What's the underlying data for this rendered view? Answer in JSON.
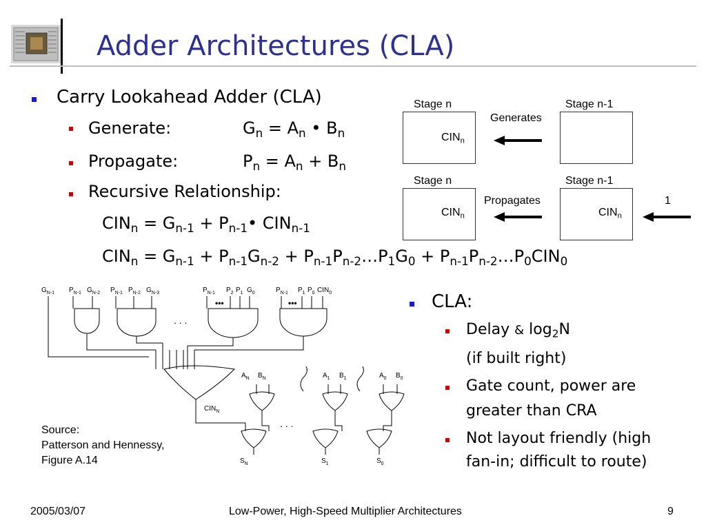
{
  "slide": {
    "title": "Adder Architectures (CLA)",
    "bullet_main": "Carry Lookahead Adder (CLA)",
    "generate_label": "Generate:",
    "propagate_label": "Propagate:",
    "recursive_label": "Recursive Relationship:",
    "cla_heading": "CLA:",
    "delay_text": "Delay",
    "delay_symbol": "&",
    "delay_log": "log",
    "delay_base": "2",
    "delay_n": "N",
    "if_built_right": "(if built right)",
    "gate_count_line1": "Gate count, power are",
    "gate_count_line2": "greater than CRA",
    "layout_line1": "Not layout friendly (high",
    "layout_line2": "fan-in; difficult to route)"
  },
  "diagram_top": {
    "stage_n": "Stage n",
    "stage_n1": "Stage n-1",
    "generates": "Generates",
    "propagates": "Propagates",
    "cin": "CIN",
    "cin_sub": "n",
    "one": "1"
  },
  "source": {
    "line1": "Source:",
    "line2": "Patterson and Hennessy,",
    "line3": "Figure A.14"
  },
  "footer": {
    "date": "2005/03/07",
    "center": "Low-Power, High-Speed Multiplier Architectures",
    "page": "9"
  },
  "circuit": {
    "dots": ". . .",
    "ellipsis": "•••",
    "cin_N": "CIN",
    "cin_N_sub": "N",
    "labels_top": [
      "G",
      "P",
      "G",
      "P",
      "P",
      "G",
      "P",
      "P",
      "P",
      "G",
      "P",
      "P",
      "P",
      "CIN"
    ],
    "a_label": "A",
    "b_label": "B",
    "s_label": "S"
  },
  "colors": {
    "title": "#2b2f9a",
    "bullet_level1": "#1a1ad0",
    "bullet_level2": "#d40000"
  }
}
